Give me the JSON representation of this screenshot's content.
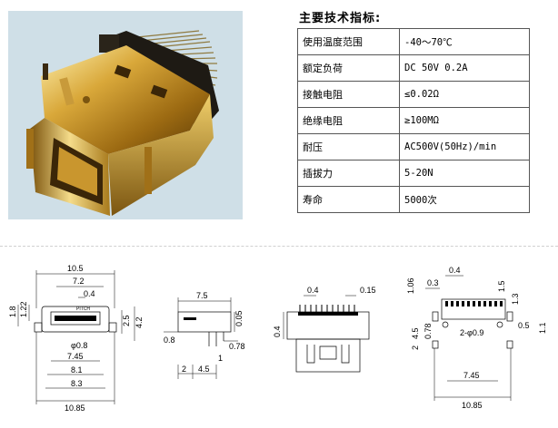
{
  "spec": {
    "title": "主要技术指标:",
    "rows": [
      {
        "label": "使用温度范围",
        "value": "-40～70℃"
      },
      {
        "label": "额定负荷",
        "value": "DC 50V 0.2A"
      },
      {
        "label": "接触电阻",
        "value": "≤0.02Ω"
      },
      {
        "label": "绝缘电阻",
        "value": "≥100MΩ"
      },
      {
        "label": "耐压",
        "value": "AC500V(50Hz)/min"
      },
      {
        "label": "插拔力",
        "value": "5-20N"
      },
      {
        "label": "寿命",
        "value": "5000次"
      }
    ]
  },
  "drawings": {
    "front": {
      "top_width": "10.5",
      "inner_width": "7.2",
      "pin_gap": "0.4",
      "pitch_label": "PITCH",
      "pin_dia": "φ0.8",
      "w1": "7.45",
      "w2": "8.1",
      "w3": "8.3",
      "w4": "10.85",
      "left_h1": "1.8",
      "left_h2": "1.22",
      "right_h1": "2.5",
      "right_h2": "4.2"
    },
    "side": {
      "length": "7.5",
      "thick": "0.05",
      "left_off": "0.8",
      "right_off": "0.78",
      "h1": "1",
      "bottom1": "2",
      "bottom2": "4.5"
    },
    "back": {
      "gap1": "0.4",
      "gap2": "0.15",
      "left_h": "0.4"
    },
    "pcb": {
      "top": "0.4",
      "left_top": "0.3",
      "h1": "1.06",
      "h2": "1.5",
      "h3": "1.3",
      "h4": "4.5",
      "h5": "2",
      "pad_w": "0.78",
      "hole": "2-φ0.9",
      "right1": "0.5",
      "right2": "1.1",
      "w1": "7.45",
      "w2": "10.85"
    }
  }
}
